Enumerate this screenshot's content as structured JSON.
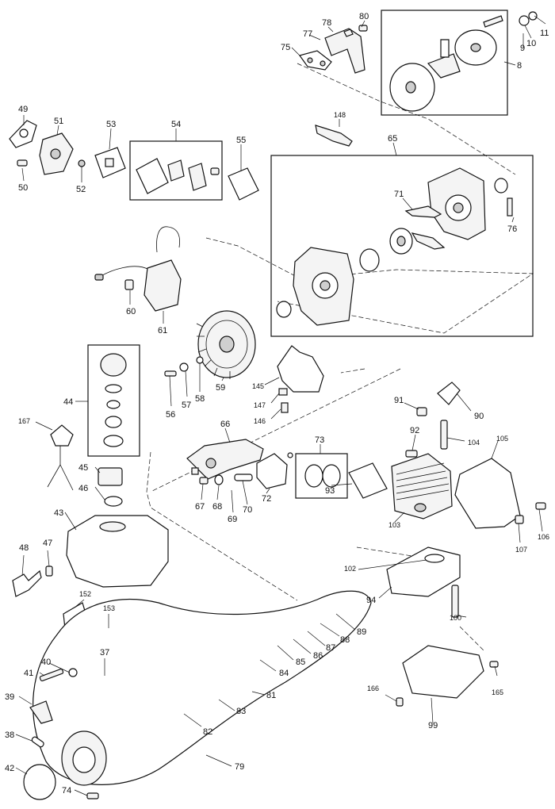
{
  "callouts": [
    {
      "id": "c80",
      "text": "80"
    },
    {
      "id": "c78",
      "text": "78"
    },
    {
      "id": "c77",
      "text": "77"
    },
    {
      "id": "c75",
      "text": "75"
    },
    {
      "id": "c11",
      "text": "11"
    },
    {
      "id": "c10",
      "text": "10"
    },
    {
      "id": "c9",
      "text": "9"
    },
    {
      "id": "c8",
      "text": "8"
    },
    {
      "id": "c49",
      "text": "49"
    },
    {
      "id": "c51",
      "text": "51"
    },
    {
      "id": "c53",
      "text": "53"
    },
    {
      "id": "c54",
      "text": "54"
    },
    {
      "id": "c55",
      "text": "55"
    },
    {
      "id": "c148",
      "text": "148"
    },
    {
      "id": "c65",
      "text": "65"
    },
    {
      "id": "c50",
      "text": "50"
    },
    {
      "id": "c52",
      "text": "52"
    },
    {
      "id": "c71",
      "text": "71"
    },
    {
      "id": "c76",
      "text": "76"
    },
    {
      "id": "c60",
      "text": "60"
    },
    {
      "id": "c61",
      "text": "61"
    },
    {
      "id": "c44",
      "text": "44"
    },
    {
      "id": "c145",
      "text": "145"
    },
    {
      "id": "c147",
      "text": "147"
    },
    {
      "id": "c146",
      "text": "146"
    },
    {
      "id": "c56",
      "text": "56"
    },
    {
      "id": "c57",
      "text": "57"
    },
    {
      "id": "c58",
      "text": "58"
    },
    {
      "id": "c59",
      "text": "59"
    },
    {
      "id": "c91",
      "text": "91"
    },
    {
      "id": "c90",
      "text": "90"
    },
    {
      "id": "c167",
      "text": "167"
    },
    {
      "id": "c66",
      "text": "66"
    },
    {
      "id": "c73",
      "text": "73"
    },
    {
      "id": "c92",
      "text": "92"
    },
    {
      "id": "c104",
      "text": "104"
    },
    {
      "id": "c105",
      "text": "105"
    },
    {
      "id": "c45",
      "text": "45"
    },
    {
      "id": "c46",
      "text": "46"
    },
    {
      "id": "c67",
      "text": "67"
    },
    {
      "id": "c68",
      "text": "68"
    },
    {
      "id": "c69",
      "text": "69"
    },
    {
      "id": "c70",
      "text": "70"
    },
    {
      "id": "c72",
      "text": "72"
    },
    {
      "id": "c93",
      "text": "93"
    },
    {
      "id": "c103",
      "text": "103"
    },
    {
      "id": "c106",
      "text": "106"
    },
    {
      "id": "c107",
      "text": "107"
    },
    {
      "id": "c43",
      "text": "43"
    },
    {
      "id": "c48",
      "text": "48"
    },
    {
      "id": "c47",
      "text": "47"
    },
    {
      "id": "c102",
      "text": "102"
    },
    {
      "id": "c94",
      "text": "94"
    },
    {
      "id": "c152",
      "text": "152"
    },
    {
      "id": "c153",
      "text": "153"
    },
    {
      "id": "c89",
      "text": "89"
    },
    {
      "id": "c88",
      "text": "88"
    },
    {
      "id": "c87",
      "text": "87"
    },
    {
      "id": "c100",
      "text": "100"
    },
    {
      "id": "c86",
      "text": "86"
    },
    {
      "id": "c85",
      "text": "85"
    },
    {
      "id": "c84",
      "text": "84"
    },
    {
      "id": "c40",
      "text": "40"
    },
    {
      "id": "c37",
      "text": "37"
    },
    {
      "id": "c41",
      "text": "41"
    },
    {
      "id": "c165",
      "text": "165"
    },
    {
      "id": "c81",
      "text": "81"
    },
    {
      "id": "c166",
      "text": "166"
    },
    {
      "id": "c83",
      "text": "83"
    },
    {
      "id": "c39",
      "text": "39"
    },
    {
      "id": "c99",
      "text": "99"
    },
    {
      "id": "c82",
      "text": "82"
    },
    {
      "id": "c38",
      "text": "38"
    },
    {
      "id": "c79",
      "text": "79"
    },
    {
      "id": "c42",
      "text": "42"
    },
    {
      "id": "c74",
      "text": "74"
    }
  ]
}
